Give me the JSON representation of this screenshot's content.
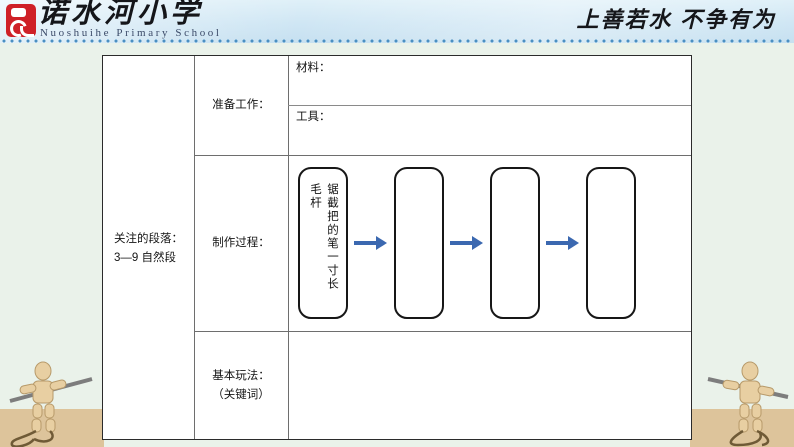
{
  "header": {
    "logo_icon": "red-seal-logo",
    "school_name_cn": "诺水河小学",
    "school_name_en": "Nuoshuihe Primary School",
    "motto": "上善若水  不争有为"
  },
  "decorations": {
    "left_figure": "wooden-mannequin-with-pole-icon",
    "right_figure": "wooden-mannequin-with-pole-icon",
    "ground_color": "#ddc49b",
    "page_background": "#eaf2ea"
  },
  "worksheet": {
    "focus_cell": {
      "line1": "关注的段落：",
      "line2": "3—9 自然段"
    },
    "rows": [
      {
        "label": "准备工作：",
        "fields": [
          {
            "label": "材料：",
            "value": ""
          },
          {
            "label": "工具：",
            "value": ""
          }
        ]
      },
      {
        "label": "制作过程：",
        "steps": [
          {
            "text": "锯截把的笔一寸长毛杆",
            "filled": true
          },
          {
            "text": "",
            "filled": false
          },
          {
            "text": "",
            "filled": false
          },
          {
            "text": "",
            "filled": false
          }
        ],
        "arrow_color": "#3b68b0"
      },
      {
        "label_line1": "基本玩法：",
        "label_line2": "（关键词）",
        "value": ""
      }
    ]
  }
}
